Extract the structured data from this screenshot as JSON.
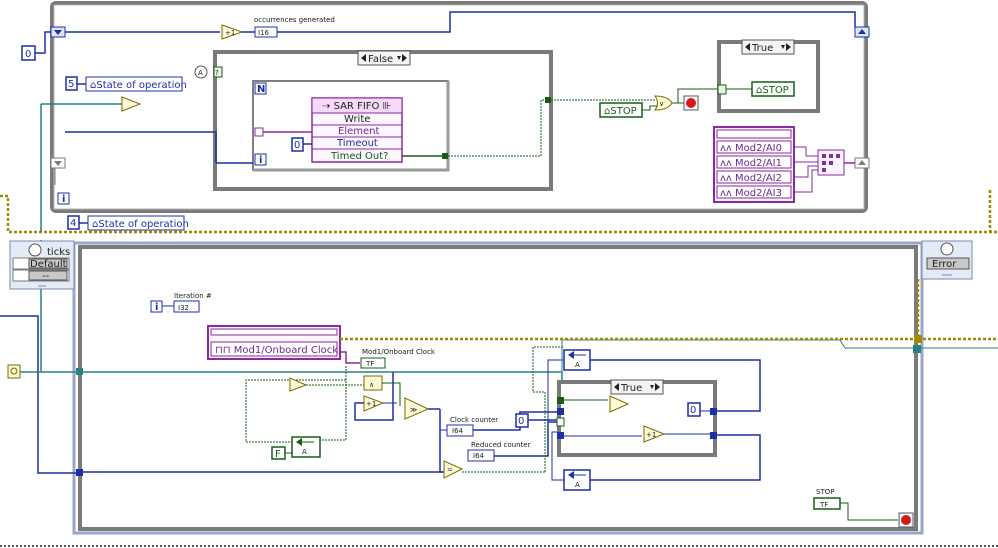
{
  "top_loop": {
    "case_selector": "False",
    "fifo_node_title": "SAR FIFO",
    "fifo_node_rows": [
      "Write",
      "Element",
      "Timeout",
      "Timed Out?"
    ],
    "occurrences_label": "occurrences generated",
    "occurrences_type": "I16",
    "zero_const": "0",
    "timeout_const": "0",
    "state_op_const_1": "5",
    "state_op_label": "State of operation",
    "state_op_const_2": "4",
    "iterations_symbol": "N",
    "iteration_symbol": "i",
    "stop_local": "STOP",
    "true_case_selector": "True",
    "true_case_stop": "STOP",
    "channels": [
      "Mod2/AI0",
      "Mod2/AI1",
      "Mod2/AI2",
      "Mod2/AI3"
    ]
  },
  "timed_loop": {
    "input_node_label": "ticks",
    "input_node_source": "Default",
    "input_node_dash": "--",
    "output_node_label": "Error",
    "iteration_label": "Iteration #",
    "iteration_type": "I32",
    "onboard_clock_node": "Mod1/Onboard Clock",
    "onboard_clock_label": "Mod1/Onboard Clock",
    "onboard_clock_type": "TF",
    "clock_counter_label": "Clock counter",
    "clock_counter_type": "I64",
    "reduced_counter_label": "Reduced counter",
    "reduced_counter_type": "I64",
    "false_const": "F",
    "inner_case_selector": "True",
    "zero_left": "0",
    "zero_right": "0",
    "stop_label": "STOP",
    "stop_type": "TF"
  }
}
